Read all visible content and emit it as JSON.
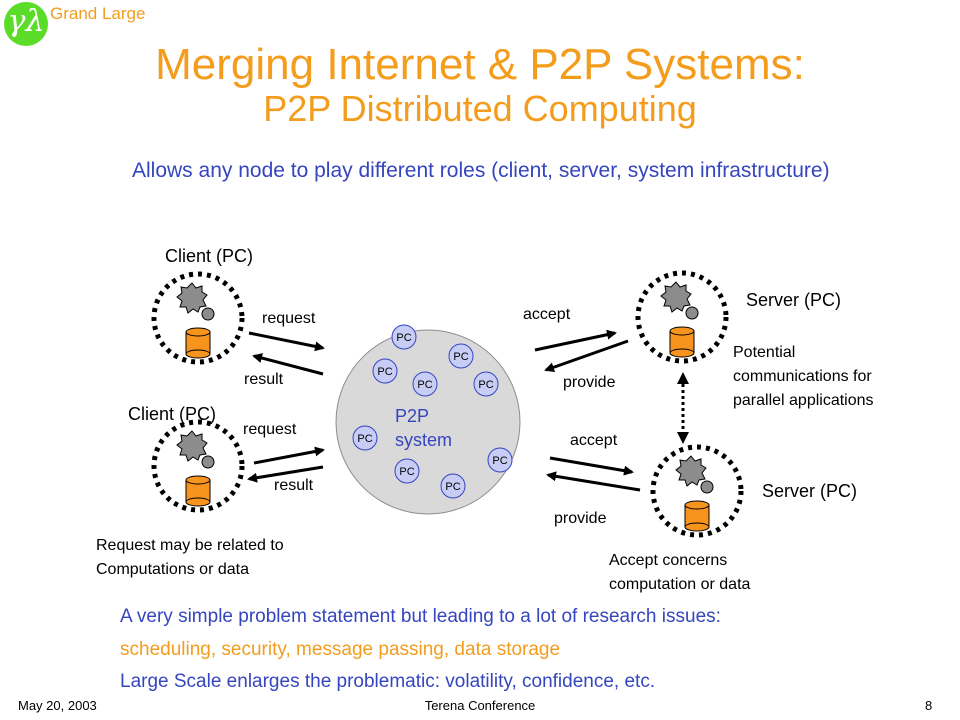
{
  "logo": {
    "glyph": "γλ",
    "text": "Grand Large"
  },
  "title": {
    "line1": "Merging Internet & P2P Systems:",
    "line2": "P2P Distributed Computing"
  },
  "intro": "Allows any node to play different roles (client, server, system infrastructure)",
  "diagram": {
    "client_top": "Client (PC)",
    "client_bottom": "Client (PC)",
    "server_top": "Server (PC)",
    "server_bottom": "Server (PC)",
    "request_top": "request",
    "result_top": "result",
    "request_bottom": "request",
    "result_bottom": "result",
    "accept_top": "accept",
    "provide_top": "provide",
    "accept_bottom": "accept",
    "provide_bottom": "provide",
    "p2p_line1": "P2P",
    "p2p_line2": "system",
    "pc_label": "PC",
    "server_note": [
      "Potential",
      "communications for",
      "parallel applications"
    ],
    "client_note": [
      "Request may be related to",
      "Computations or data"
    ],
    "accept_note": [
      "Accept concerns",
      "computation or data"
    ]
  },
  "bottom": {
    "line1": "A very simple problem statement but leading to a  lot of research issues:",
    "line2": "scheduling, security, message passing, data storage",
    "line3": "Large Scale enlarges the problematic: volatility, confidence, etc."
  },
  "footer": {
    "date": "May 20, 2003",
    "center": "Terena Conference",
    "page": "8"
  },
  "colors": {
    "accent": "#f49c1c",
    "text_blue": "#3545c0",
    "logo_green": "#5adc28",
    "cylinder": "#f7941d",
    "cloud": "#d9d9d9",
    "pc_node": "#c8cdf5"
  }
}
